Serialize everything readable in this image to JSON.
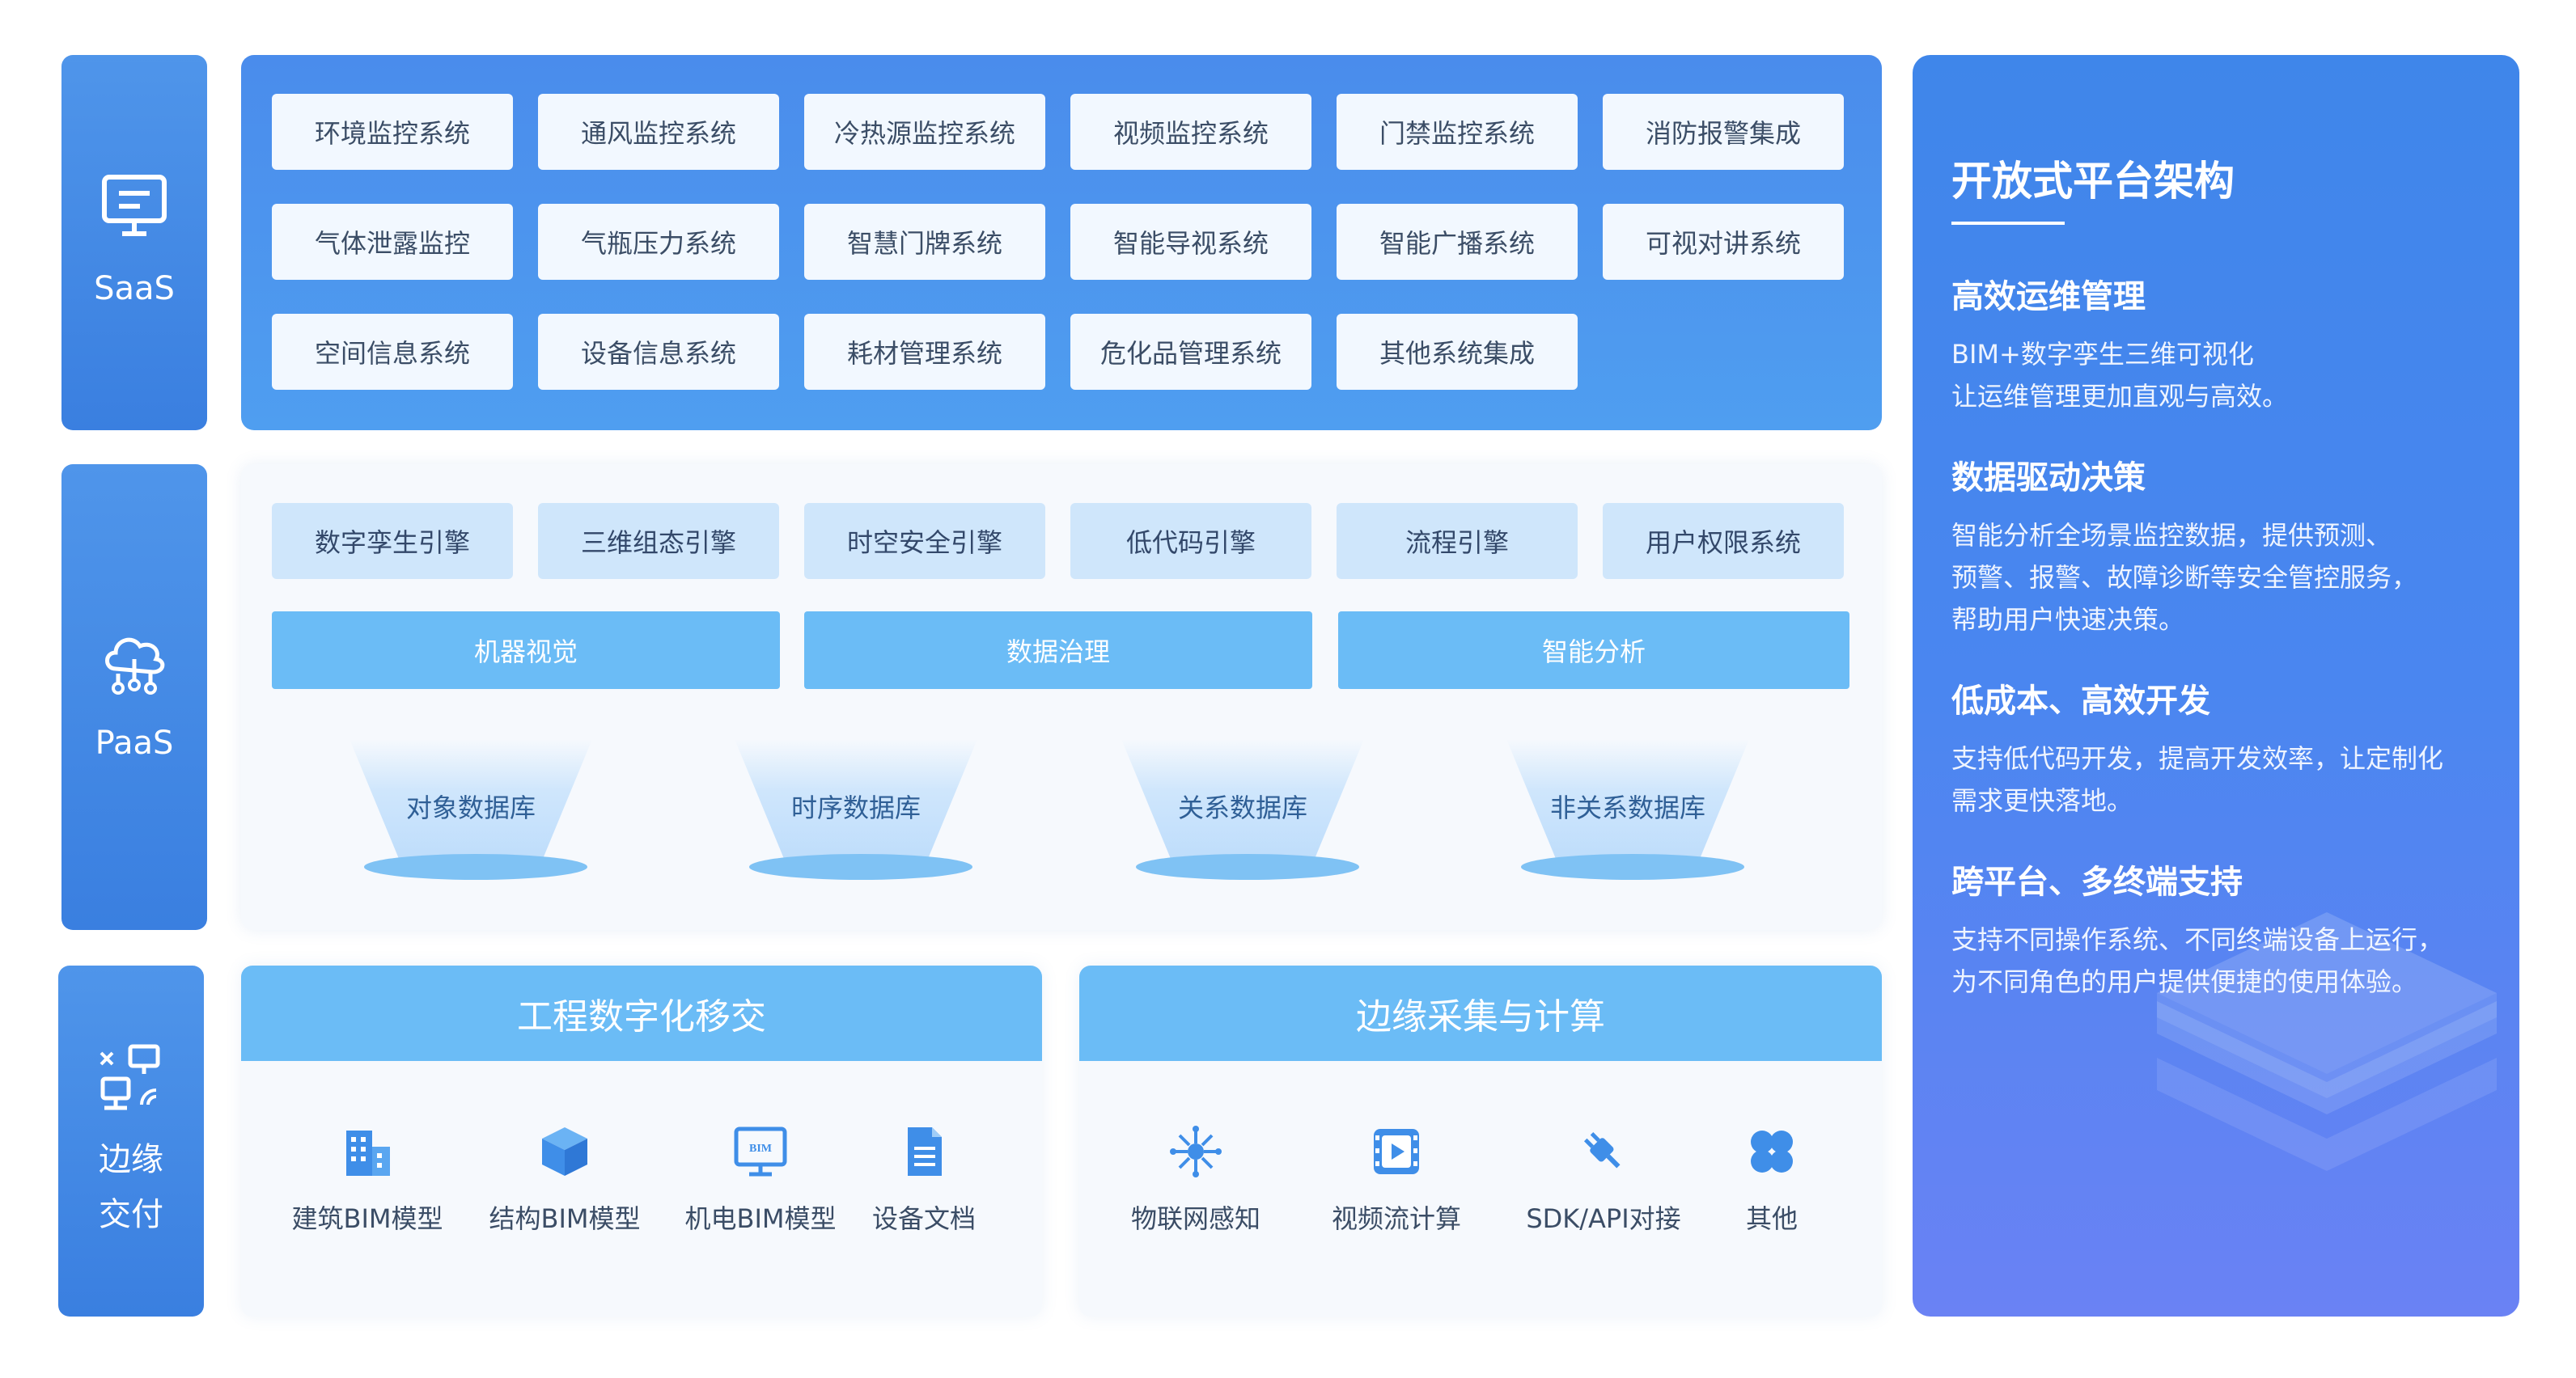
{
  "layers": {
    "saas": "SaaS",
    "paas": "PaaS",
    "edge": [
      "边缘",
      "交付"
    ]
  },
  "saas_systems": [
    "环境监控系统",
    "通风监控系统",
    "冷热源监控系统",
    "视频监控系统",
    "门禁监控系统",
    "消防报警集成",
    "气体泄露监控",
    "气瓶压力系统",
    "智慧门牌系统",
    "智能导视系统",
    "智能广播系统",
    "可视对讲系统",
    "空间信息系统",
    "设备信息系统",
    "耗材管理系统",
    "危化品管理系统",
    "其他系统集成"
  ],
  "paas_engines": [
    "数字孪生引擎",
    "三维组态引擎",
    "时空安全引擎",
    "低代码引擎",
    "流程引擎",
    "用户权限系统"
  ],
  "paas_capabilities": [
    "机器视觉",
    "数据治理",
    "智能分析"
  ],
  "databases": [
    "对象数据库",
    "时序数据库",
    "关系数据库",
    "非关系数据库"
  ],
  "engineering": {
    "title": "工程数字化移交",
    "items": [
      {
        "label": "建筑BIM模型",
        "icon": "building-icon"
      },
      {
        "label": "结构BIM模型",
        "icon": "cube-icon"
      },
      {
        "label": "机电BIM模型",
        "icon": "bim-monitor-icon"
      },
      {
        "label": "设备文档",
        "icon": "document-icon"
      }
    ]
  },
  "edge_compute": {
    "title": "边缘采集与计算",
    "items": [
      {
        "label": "物联网感知",
        "icon": "iot-network-icon"
      },
      {
        "label": "视频流计算",
        "icon": "video-stream-icon"
      },
      {
        "label": "SDK/API对接",
        "icon": "plug-icon"
      },
      {
        "label": "其他",
        "icon": "clover-icon"
      }
    ]
  },
  "open_platform": {
    "title": "开放式平台架构",
    "features": [
      {
        "heading": "高效运维管理",
        "lines": [
          "BIM+数字孪生三维可视化",
          "让运维管理更加直观与高效。"
        ]
      },
      {
        "heading": "数据驱动决策",
        "lines": [
          "智能分析全场景监控数据，提供预测、",
          "预警、报警、故障诊断等安全管控服务，",
          "帮助用户快速决策。"
        ]
      },
      {
        "heading": "低成本、高效开发",
        "lines": [
          "支持低代码开发，提高开发效率，让定制化",
          "需求更快落地。"
        ]
      },
      {
        "heading": "跨平台、多终端支持",
        "lines": [
          "支持不同操作系统、不同终端设备上运行，",
          "为不同角色的用户提供便捷的使用体验。"
        ]
      }
    ]
  },
  "colors": {
    "label_blue": "#3a7fe0",
    "saas_panel": "#4a8cec",
    "light_blue_bar": "#6bbcf6",
    "chip_light": "#cfe6fb",
    "right_panel": "#4a86f0"
  }
}
